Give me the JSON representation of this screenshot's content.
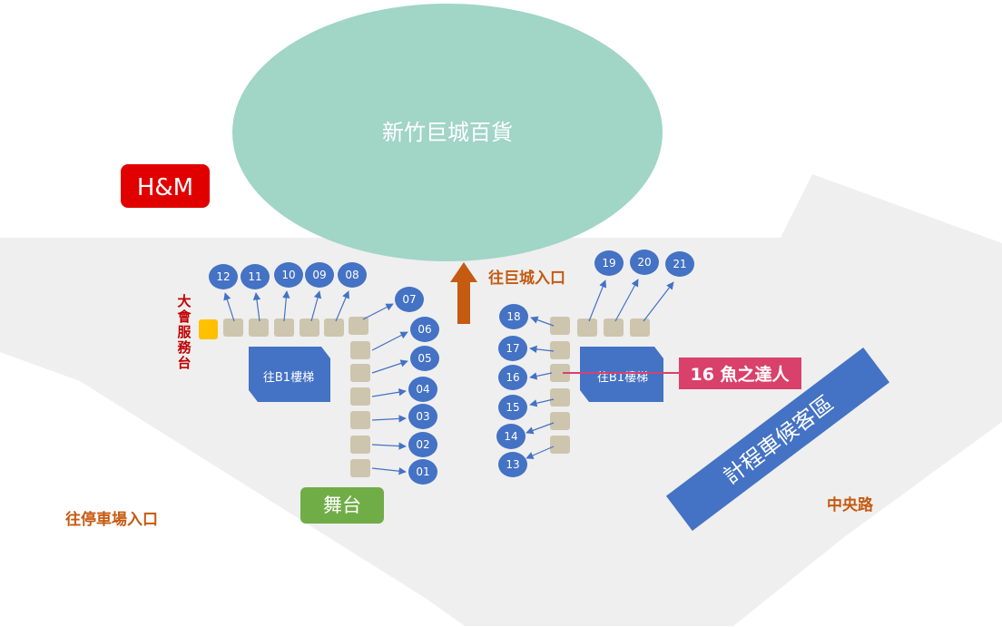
{
  "mall": {
    "name": "新竹巨城百貨"
  },
  "hm_store": {
    "label": "H&M"
  },
  "service_desk": {
    "label_lines": [
      "大",
      "會",
      "服",
      "務",
      "台"
    ]
  },
  "mall_entrance": {
    "label": "往巨城入口"
  },
  "parking_entrance": {
    "label": "往停車場入口"
  },
  "road": {
    "label": "中央路"
  },
  "taxi_area": {
    "label": "計程車候客區"
  },
  "stage": {
    "label": "舞台"
  },
  "stairs": [
    {
      "label": "往B1樓梯"
    },
    {
      "label": "往B1樓梯"
    }
  ],
  "booths": [
    "01",
    "02",
    "03",
    "04",
    "05",
    "06",
    "07",
    "08",
    "09",
    "10",
    "11",
    "12",
    "13",
    "14",
    "15",
    "16",
    "17",
    "18",
    "19",
    "20",
    "21"
  ],
  "highlight": {
    "label": "16 魚之達人",
    "booth": "16"
  },
  "colors": {
    "mall": "#a1d5c6",
    "plaza": "#efefef",
    "booth_marker": "#4472c4",
    "booth_stall": "#cdc5ae",
    "stairs": "#4472c4",
    "taxi": "#4472c4",
    "stage": "#70ad47",
    "hm": "#e00000",
    "service_desk": "#ffc000",
    "highlight": "#d9416b",
    "orange_text": "#c55a11",
    "arrow": "#c55a11",
    "dark_red_text": "#c00000"
  }
}
